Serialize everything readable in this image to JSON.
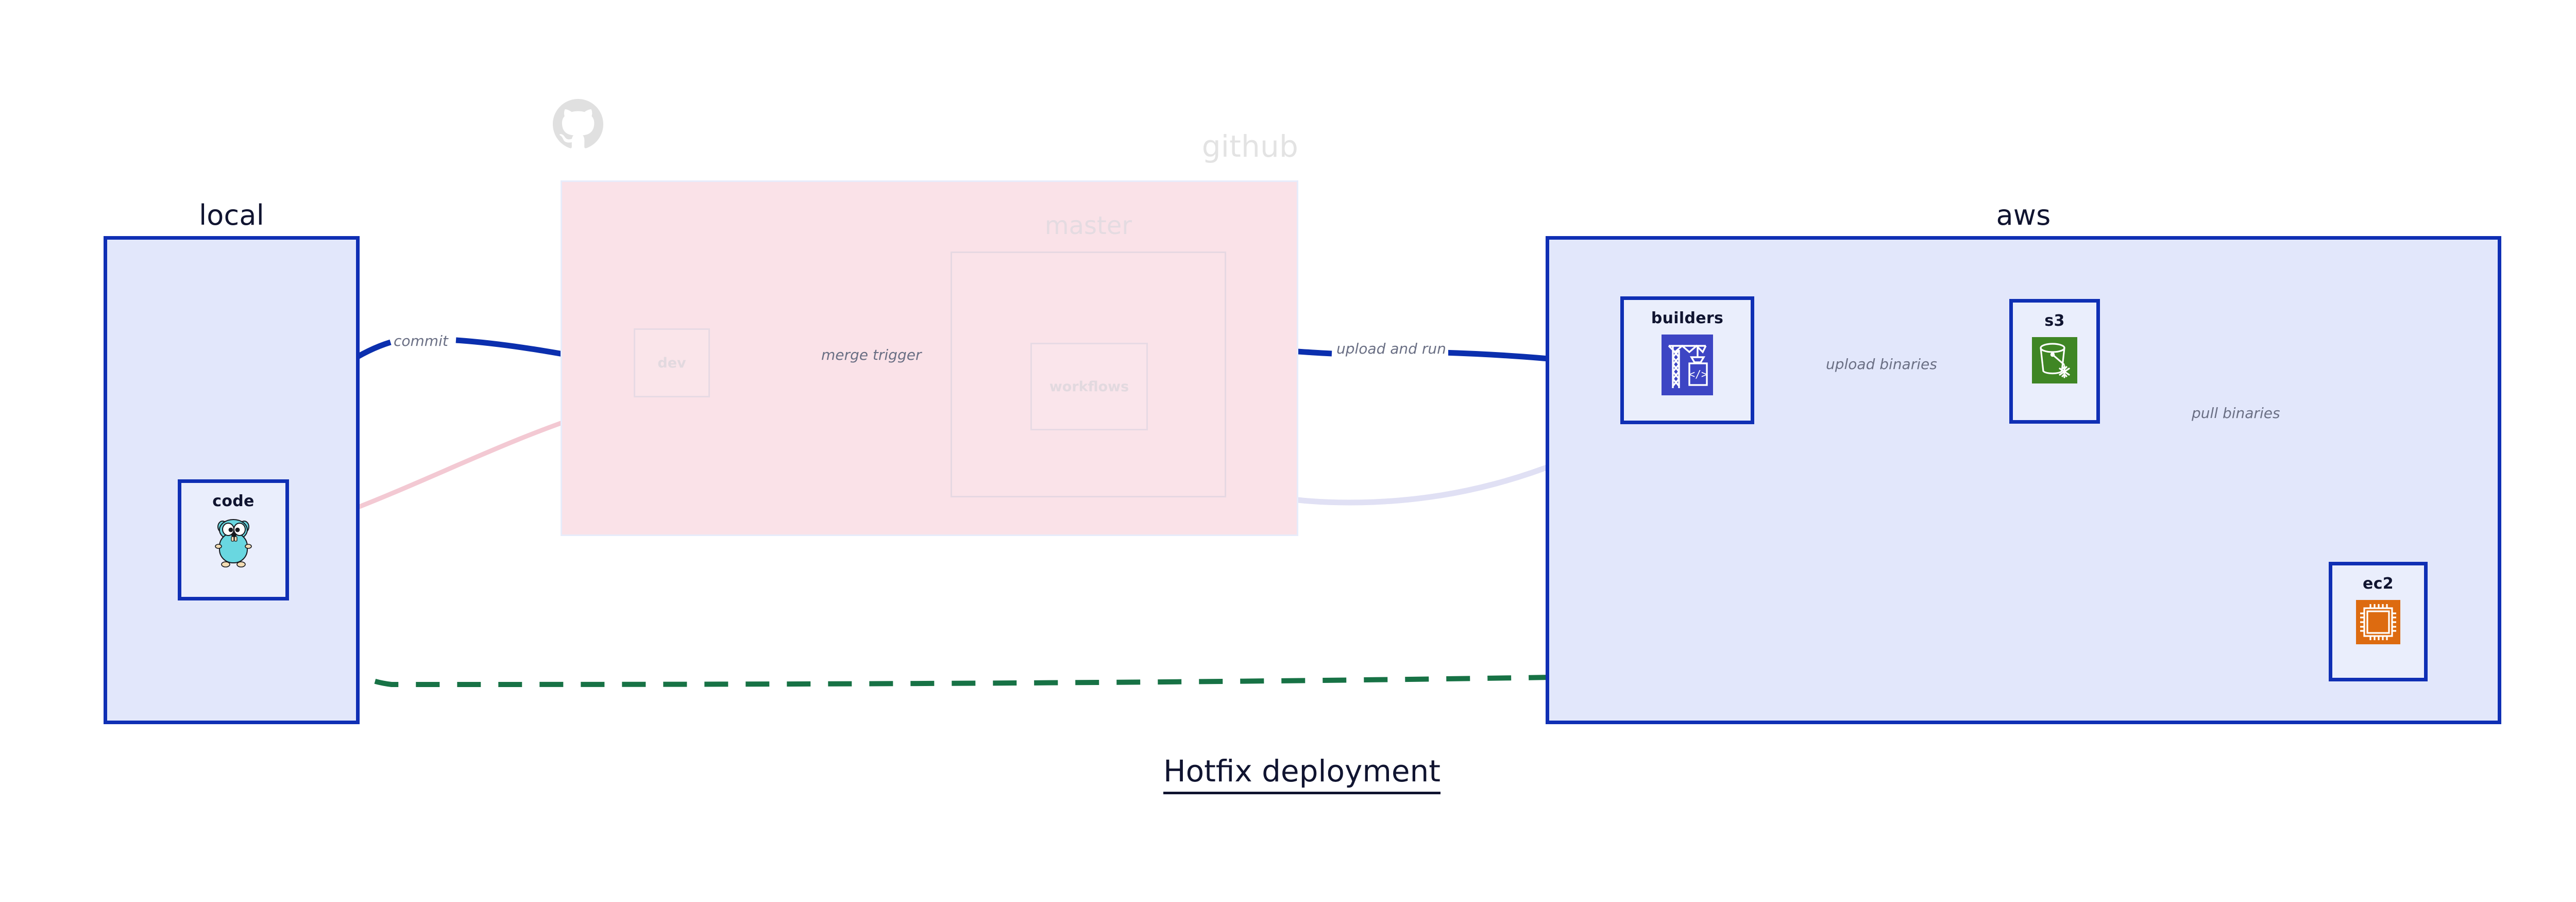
{
  "title": "Hotfix deployment",
  "clusters": [
    {
      "id": "local",
      "label": "local",
      "style": "solid-blue"
    },
    {
      "id": "github",
      "label": "github",
      "style": "faded-pink"
    },
    {
      "id": "master",
      "label": "master",
      "style": "faded-pink-inner"
    },
    {
      "id": "aws",
      "label": "aws",
      "style": "solid-blue"
    }
  ],
  "nodes": [
    {
      "id": "code",
      "label": "code",
      "icon": "go-gopher-icon",
      "cluster": "local",
      "faded": false
    },
    {
      "id": "dev",
      "label": "dev",
      "icon": "none",
      "cluster": "github",
      "faded": true
    },
    {
      "id": "workflows",
      "label": "workflows",
      "icon": "none",
      "cluster": "master",
      "faded": true
    },
    {
      "id": "builders",
      "label": "builders",
      "icon": "aws-codebuild-icon",
      "cluster": "aws",
      "faded": false
    },
    {
      "id": "s3",
      "label": "s3",
      "icon": "aws-s3-bucket-icon",
      "cluster": "aws",
      "faded": false
    },
    {
      "id": "ec2",
      "label": "ec2",
      "icon": "aws-ec2-cpu-icon",
      "cluster": "aws",
      "faded": false
    }
  ],
  "edges": [
    {
      "id": "e-commit",
      "from": "code",
      "to": "dev",
      "label": "commit",
      "style": "solid",
      "color": "#0b2fae"
    },
    {
      "id": "e-merge",
      "from": "dev",
      "to": "workflows",
      "label": "merge trigger",
      "style": "solid",
      "color": "#0b2fae"
    },
    {
      "id": "e-uploadrun",
      "from": "workflows",
      "to": "builders",
      "label": "upload and run",
      "style": "solid",
      "color": "#0b2fae"
    },
    {
      "id": "e-uploadbin",
      "from": "builders",
      "to": "s3",
      "label": "upload binaries",
      "style": "solid",
      "color": "#0b2fae"
    },
    {
      "id": "e-pullbin",
      "from": "s3",
      "to": "ec2",
      "label": "pull binaries",
      "style": "solid",
      "color": "#0b2fae"
    },
    {
      "id": "e-hotfix",
      "from": "code",
      "to": "ec2",
      "label": "",
      "style": "dashed",
      "color": "#177245"
    }
  ],
  "colors": {
    "cluster_border": "#0f2fb4",
    "cluster_fill": "#e2e7fb",
    "github_fill": "#fae2e8",
    "edge_blue": "#0b2fae",
    "edge_green": "#177245",
    "label_gray": "#6a6f84",
    "text_dark": "#101430",
    "codebuild_blue": "#3d45c4",
    "s3_green": "#3f8624",
    "ec2_orange": "#dd6b10",
    "gopher_cyan": "#69d7e0"
  }
}
